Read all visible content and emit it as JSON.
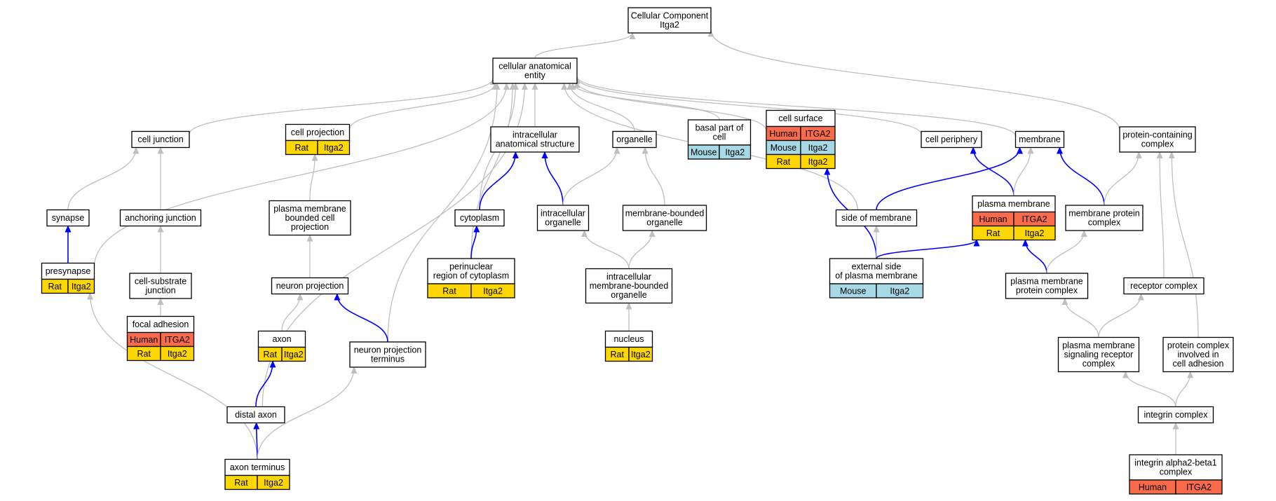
{
  "colors": {
    "gray_edge": "#bfbfbf",
    "blue_edge": "#0000ff",
    "Human": "#fa6b4b",
    "Mouse": "#a7d8e5",
    "Rat": "#ffd700"
  },
  "nodes": {
    "root": {
      "lines": [
        "Cellular Component",
        "Itga2"
      ]
    },
    "cae": {
      "lines": [
        "cellular anatomical",
        "entity"
      ]
    },
    "cj": {
      "lines": [
        "cell junction"
      ]
    },
    "cp": {
      "lines": [
        "cell projection"
      ],
      "rows": [
        [
          "Rat",
          "Itga2"
        ]
      ]
    },
    "ias": {
      "lines": [
        "intracellular",
        "anatomical structure"
      ]
    },
    "org": {
      "lines": [
        "organelle"
      ]
    },
    "bpc": {
      "lines": [
        "basal part of",
        "cell"
      ],
      "rows": [
        [
          "Mouse",
          "Itga2"
        ]
      ]
    },
    "cs": {
      "lines": [
        "cell surface"
      ],
      "rows": [
        [
          "Human",
          "ITGA2"
        ],
        [
          "Mouse",
          "Itga2"
        ],
        [
          "Rat",
          "Itga2"
        ]
      ]
    },
    "cper": {
      "lines": [
        "cell periphery"
      ]
    },
    "mem": {
      "lines": [
        "membrane"
      ]
    },
    "pcc": {
      "lines": [
        "protein-containing",
        "complex"
      ]
    },
    "syn": {
      "lines": [
        "synapse"
      ]
    },
    "aj": {
      "lines": [
        "anchoring junction"
      ]
    },
    "pmbcp": {
      "lines": [
        "plasma membrane",
        "bounded cell",
        "projection"
      ]
    },
    "cyt": {
      "lines": [
        "cytoplasm"
      ]
    },
    "io": {
      "lines": [
        "intracellular",
        "organelle"
      ]
    },
    "mbo": {
      "lines": [
        "membrane-bounded",
        "organelle"
      ]
    },
    "som": {
      "lines": [
        "side of membrane"
      ]
    },
    "pm": {
      "lines": [
        "plasma membrane"
      ],
      "rows": [
        [
          "Human",
          "ITGA2"
        ],
        [
          "Rat",
          "Itga2"
        ]
      ]
    },
    "mpc": {
      "lines": [
        "membrane protein",
        "complex"
      ]
    },
    "pre": {
      "lines": [
        "presynapse"
      ],
      "rows": [
        [
          "Rat",
          "Itga2"
        ]
      ]
    },
    "csj": {
      "lines": [
        "cell-substrate",
        "junction"
      ]
    },
    "np": {
      "lines": [
        "neuron projection"
      ]
    },
    "prc": {
      "lines": [
        "perinuclear",
        "region of cytoplasm"
      ],
      "rows": [
        [
          "Rat",
          "Itga2"
        ]
      ]
    },
    "imbo": {
      "lines": [
        "intracellular",
        "membrane-bounded",
        "organelle"
      ]
    },
    "espm": {
      "lines": [
        "external side",
        "of plasma membrane"
      ],
      "rows": [
        [
          "Mouse",
          "Itga2"
        ]
      ]
    },
    "pmpc": {
      "lines": [
        "plasma membrane",
        "protein complex"
      ]
    },
    "rc": {
      "lines": [
        "receptor complex"
      ]
    },
    "fa": {
      "lines": [
        "focal adhesion"
      ],
      "rows": [
        [
          "Human",
          "ITGA2"
        ],
        [
          "Rat",
          "Itga2"
        ]
      ]
    },
    "axon": {
      "lines": [
        "axon"
      ],
      "rows": [
        [
          "Rat",
          "Itga2"
        ]
      ]
    },
    "npt": {
      "lines": [
        "neuron projection",
        "terminus"
      ]
    },
    "nuc": {
      "lines": [
        "nucleus"
      ],
      "rows": [
        [
          "Rat",
          "Itga2"
        ]
      ]
    },
    "pmsrc": {
      "lines": [
        "plasma membrane",
        "signaling receptor",
        "complex"
      ]
    },
    "pcica": {
      "lines": [
        "protein complex",
        "involved in",
        "cell adhesion"
      ]
    },
    "da": {
      "lines": [
        "distal axon"
      ]
    },
    "ic": {
      "lines": [
        "integrin complex"
      ]
    },
    "at": {
      "lines": [
        "axon terminus"
      ],
      "rows": [
        [
          "Rat",
          "Itga2"
        ]
      ]
    },
    "ia2b1": {
      "lines": [
        "integrin alpha2-beta1",
        "complex"
      ],
      "rows": [
        [
          "Human",
          "ITGA2"
        ]
      ]
    }
  },
  "edges": [
    {
      "from": "cae",
      "to": "root",
      "kind": "gray"
    },
    {
      "from": "pcc",
      "to": "root",
      "kind": "gray"
    },
    {
      "from": "cj",
      "to": "cae",
      "kind": "gray"
    },
    {
      "from": "cp",
      "to": "cae",
      "kind": "gray"
    },
    {
      "from": "ias",
      "to": "cae",
      "kind": "gray"
    },
    {
      "from": "org",
      "to": "cae",
      "kind": "gray"
    },
    {
      "from": "bpc",
      "to": "cae",
      "kind": "gray"
    },
    {
      "from": "cs",
      "to": "cae",
      "kind": "gray"
    },
    {
      "from": "cper",
      "to": "cae",
      "kind": "gray"
    },
    {
      "from": "mem",
      "to": "cae",
      "kind": "gray"
    },
    {
      "from": "pre",
      "to": "cae",
      "kind": "gray"
    },
    {
      "from": "da",
      "to": "cae",
      "kind": "gray"
    },
    {
      "from": "npt",
      "to": "cae",
      "kind": "gray"
    },
    {
      "from": "prc",
      "to": "cae",
      "kind": "gray"
    },
    {
      "from": "cyt",
      "to": "cae",
      "kind": "gray"
    },
    {
      "from": "som",
      "to": "cae",
      "kind": "gray"
    },
    {
      "from": "syn",
      "to": "cj",
      "kind": "gray"
    },
    {
      "from": "aj",
      "to": "cj",
      "kind": "gray"
    },
    {
      "from": "csj",
      "to": "aj",
      "kind": "gray"
    },
    {
      "from": "fa",
      "to": "csj",
      "kind": "gray"
    },
    {
      "from": "pre",
      "to": "syn",
      "kind": "blue"
    },
    {
      "from": "at",
      "to": "pre",
      "kind": "gray"
    },
    {
      "from": "pmbcp",
      "to": "cp",
      "kind": "gray"
    },
    {
      "from": "np",
      "to": "pmbcp",
      "kind": "gray"
    },
    {
      "from": "axon",
      "to": "np",
      "kind": "gray"
    },
    {
      "from": "npt",
      "to": "np",
      "kind": "blue"
    },
    {
      "from": "da",
      "to": "axon",
      "kind": "blue"
    },
    {
      "from": "at",
      "to": "da",
      "kind": "blue"
    },
    {
      "from": "at",
      "to": "npt",
      "kind": "gray"
    },
    {
      "from": "cyt",
      "to": "ias",
      "kind": "blue"
    },
    {
      "from": "io",
      "to": "ias",
      "kind": "blue"
    },
    {
      "from": "prc",
      "to": "cyt",
      "kind": "blue"
    },
    {
      "from": "io",
      "to": "org",
      "kind": "gray"
    },
    {
      "from": "mbo",
      "to": "org",
      "kind": "gray"
    },
    {
      "from": "imbo",
      "to": "io",
      "kind": "gray"
    },
    {
      "from": "imbo",
      "to": "mbo",
      "kind": "gray"
    },
    {
      "from": "nuc",
      "to": "imbo",
      "kind": "gray"
    },
    {
      "from": "espm",
      "to": "cs",
      "kind": "blue"
    },
    {
      "from": "espm",
      "to": "som",
      "kind": "gray"
    },
    {
      "from": "espm",
      "to": "pm",
      "kind": "blue"
    },
    {
      "from": "pm",
      "to": "cper",
      "kind": "blue"
    },
    {
      "from": "pm",
      "to": "mem",
      "kind": "gray"
    },
    {
      "from": "som",
      "to": "mem",
      "kind": "blue"
    },
    {
      "from": "mpc",
      "to": "mem",
      "kind": "blue"
    },
    {
      "from": "mpc",
      "to": "pcc",
      "kind": "gray"
    },
    {
      "from": "pmpc",
      "to": "pm",
      "kind": "blue"
    },
    {
      "from": "pmpc",
      "to": "mpc",
      "kind": "gray"
    },
    {
      "from": "pmsrc",
      "to": "pmpc",
      "kind": "gray"
    },
    {
      "from": "pmsrc",
      "to": "rc",
      "kind": "gray"
    },
    {
      "from": "rc",
      "to": "pcc",
      "kind": "gray"
    },
    {
      "from": "pcica",
      "to": "pcc",
      "kind": "gray"
    },
    {
      "from": "ic",
      "to": "pmsrc",
      "kind": "gray"
    },
    {
      "from": "ic",
      "to": "pcica",
      "kind": "gray"
    },
    {
      "from": "ia2b1",
      "to": "ic",
      "kind": "gray"
    }
  ]
}
